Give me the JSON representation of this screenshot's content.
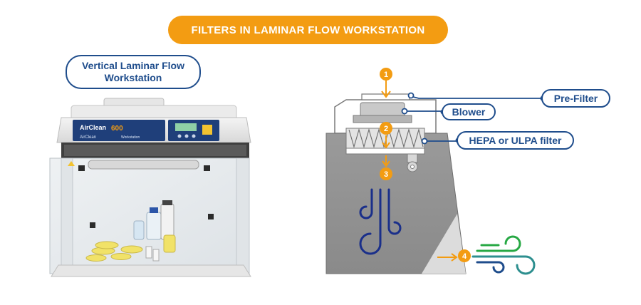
{
  "title": "FILTERS IN LAMINAR FLOW WORKSTATION",
  "workstation_label": "Vertical Laminar Flow Workstation",
  "cabinet": {
    "brand": "AirClean",
    "model": "600",
    "model_sub": "Workstation",
    "sub_brand": "AirClean"
  },
  "callouts": {
    "pre_filter": "Pre-Filter",
    "blower": "Blower",
    "hepa": "HEPA or ULPA filter"
  },
  "steps": [
    "1",
    "2",
    "3",
    "4"
  ],
  "colors": {
    "accent": "#f39c12",
    "label_blue": "#1f4d8c",
    "flow_blue": "#1a2f8a",
    "exit_green": "#27a844",
    "unit_gray": "#a8a8a8"
  }
}
